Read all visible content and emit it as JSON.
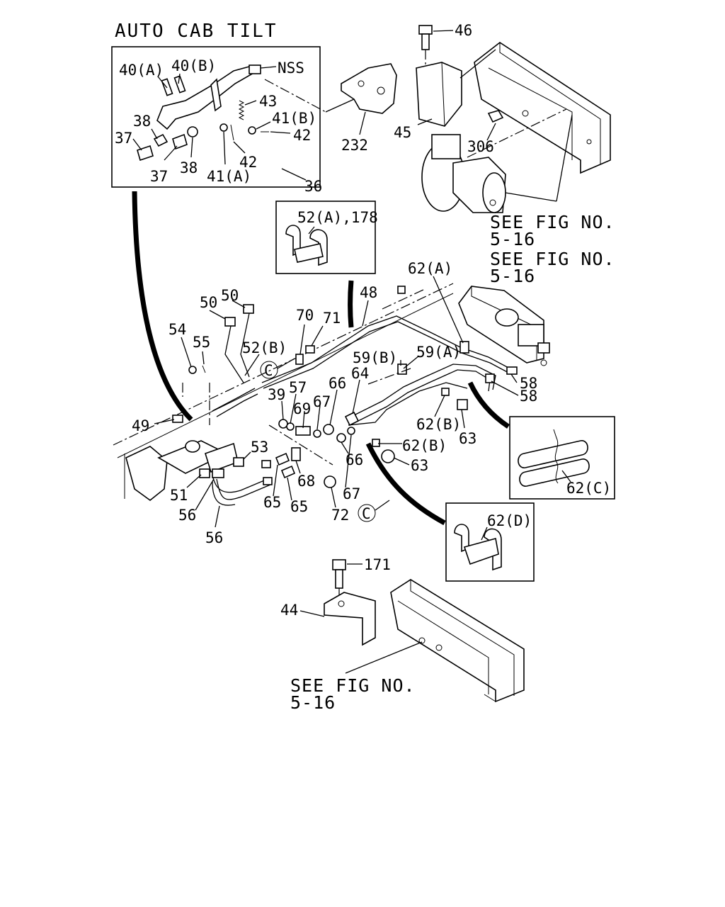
{
  "title": "AUTO CAB TILT",
  "callouts": {
    "nss": "NSS",
    "p40a": "40(A)",
    "p40b": "40(B)",
    "p43": "43",
    "p41b": "41(B)",
    "p42a": "42",
    "p42b": "42",
    "p38a": "38",
    "p37a": "37",
    "p37b": "37",
    "p38b": "38",
    "p41a": "41(A)",
    "p36": "36",
    "p232": "232",
    "p46": "46",
    "p45": "45",
    "p306": "306",
    "p52a178": "52(A),178",
    "p62a": "62(A)",
    "p48": "48",
    "p70": "70",
    "p71": "71",
    "p50a": "50",
    "p50b": "50",
    "p54": "54",
    "p55": "55",
    "p52b": "52(B)",
    "p59b": "59(B)",
    "p59a": "59(A)",
    "p64": "64",
    "p66a": "66",
    "p39": "39",
    "p57": "57",
    "p69": "69",
    "p67a": "67",
    "p58a": "58",
    "p58b": "58",
    "p49": "49",
    "p62b1": "62(B)",
    "p63a": "63",
    "p62b2": "62(B)",
    "p66b": "66",
    "p63b": "63",
    "p53": "53",
    "p68": "68",
    "p67b": "67",
    "p51": "51",
    "p65a": "65",
    "p65b": "65",
    "p72": "72",
    "p56a": "56",
    "p56b": "56",
    "p62c": "62(C)",
    "p62d": "62(D)",
    "p171": "171",
    "p44": "44",
    "circC1": "C",
    "circC2": "C"
  },
  "references": {
    "ref1_line1": "SEE FIG NO.",
    "ref1_line2": "5-16",
    "ref2_line1": "SEE FIG NO.",
    "ref2_line2": "5-16",
    "ref3_line1": "SEE FIG NO.",
    "ref3_line2": "5-16"
  }
}
